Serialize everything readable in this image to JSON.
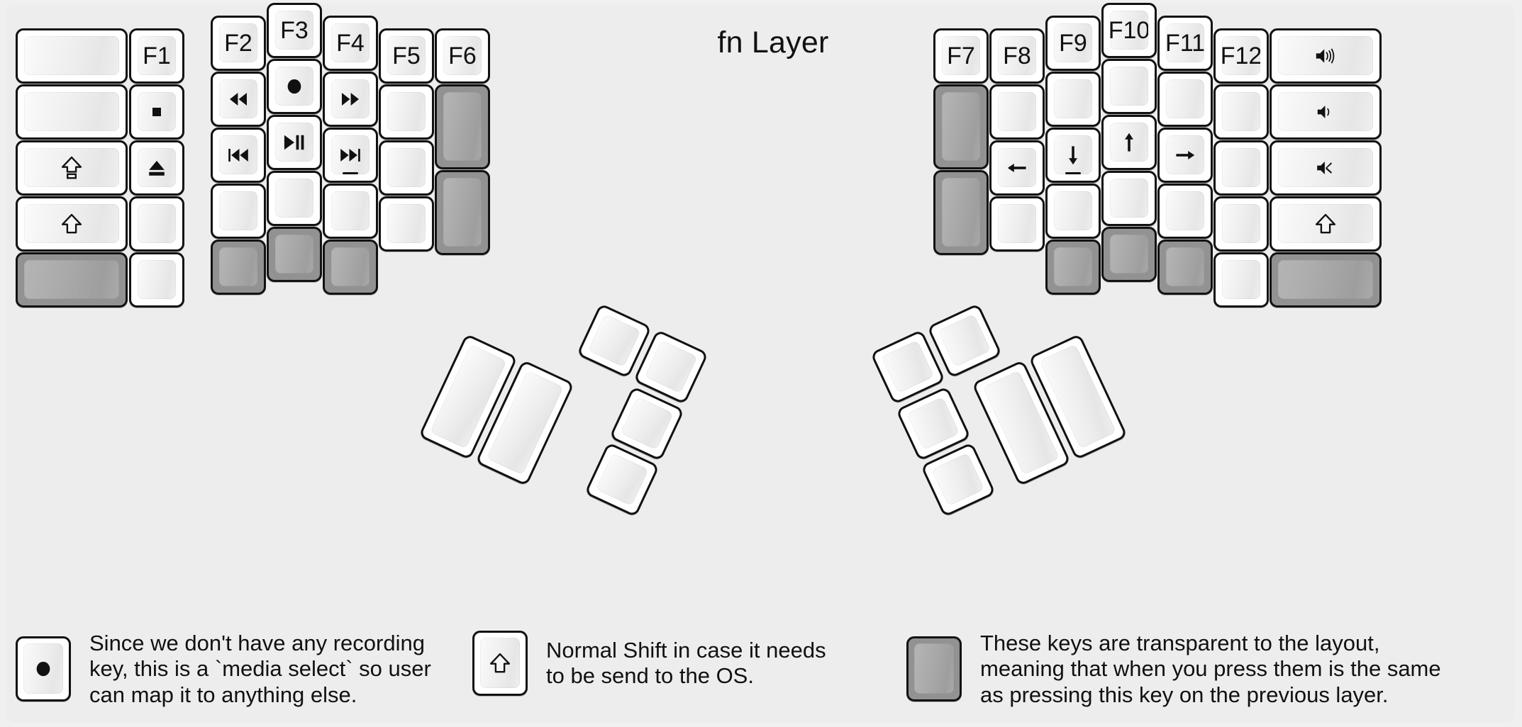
{
  "title": "fn Layer",
  "colors": {
    "background": "#f0f0f0",
    "panel": "#ededed",
    "key_face": "#ffffff",
    "key_border": "#111111",
    "transparent_key": "#929292",
    "text": "#111111"
  },
  "keyboard": {
    "left_half": {
      "columns": [
        {
          "name": "col-pinky-outer",
          "keys": [
            {
              "label": "",
              "icon": "",
              "state": "normal"
            },
            {
              "label": "",
              "icon": "",
              "state": "normal"
            },
            {
              "label": "",
              "icon": "caps-lock",
              "state": "normal"
            },
            {
              "label": "",
              "icon": "shift",
              "state": "normal"
            },
            {
              "label": "",
              "icon": "",
              "state": "transparent"
            }
          ]
        },
        {
          "name": "col-pinky",
          "keys": [
            {
              "label": "F1",
              "icon": "",
              "state": "normal"
            },
            {
              "label": "",
              "icon": "stop",
              "state": "normal"
            },
            {
              "label": "",
              "icon": "eject",
              "state": "normal"
            },
            {
              "label": "",
              "icon": "",
              "state": "normal"
            },
            {
              "label": "",
              "icon": "",
              "state": "normal"
            }
          ]
        },
        {
          "name": "col-ring",
          "keys": [
            {
              "label": "F2",
              "icon": "",
              "state": "normal"
            },
            {
              "label": "",
              "icon": "rewind",
              "state": "normal"
            },
            {
              "label": "",
              "icon": "prev-track",
              "state": "normal"
            },
            {
              "label": "",
              "icon": "",
              "state": "normal"
            },
            {
              "label": "",
              "icon": "",
              "state": "transparent"
            }
          ]
        },
        {
          "name": "col-middle",
          "keys": [
            {
              "label": "F3",
              "icon": "",
              "state": "normal"
            },
            {
              "label": "",
              "icon": "record",
              "state": "normal"
            },
            {
              "label": "",
              "icon": "play-pause",
              "state": "normal"
            },
            {
              "label": "",
              "icon": "",
              "state": "normal"
            },
            {
              "label": "",
              "icon": "",
              "state": "transparent"
            }
          ]
        },
        {
          "name": "col-index",
          "keys": [
            {
              "label": "F4",
              "icon": "",
              "state": "normal"
            },
            {
              "label": "",
              "icon": "fast-forward",
              "state": "normal"
            },
            {
              "label": "",
              "icon": "next-track",
              "state": "normal",
              "homing": true
            },
            {
              "label": "",
              "icon": "",
              "state": "normal"
            },
            {
              "label": "",
              "icon": "",
              "state": "transparent"
            }
          ]
        },
        {
          "name": "col-inner-1",
          "keys": [
            {
              "label": "F5",
              "icon": "",
              "state": "normal"
            },
            {
              "label": "",
              "icon": "",
              "state": "normal"
            },
            {
              "label": "",
              "icon": "",
              "state": "normal"
            },
            {
              "label": "",
              "icon": "",
              "state": "normal"
            }
          ]
        },
        {
          "name": "col-inner-2",
          "keys": [
            {
              "label": "F6",
              "icon": "",
              "state": "normal"
            },
            {
              "label": "",
              "icon": "",
              "state": "transparent",
              "tall": true
            },
            {
              "label": "",
              "icon": "",
              "state": "transparent",
              "tall": true
            }
          ]
        }
      ],
      "thumb_cluster": [
        {
          "name": "thumb-big-1",
          "icon": "",
          "state": "normal",
          "size": "2u"
        },
        {
          "name": "thumb-big-2",
          "icon": "",
          "state": "normal",
          "size": "2u"
        },
        {
          "name": "thumb-small-1",
          "icon": "",
          "state": "normal",
          "size": "1u"
        },
        {
          "name": "thumb-small-2",
          "icon": "",
          "state": "normal",
          "size": "1u"
        },
        {
          "name": "thumb-small-3",
          "icon": "",
          "state": "normal",
          "size": "1u"
        },
        {
          "name": "thumb-small-4",
          "icon": "",
          "state": "normal",
          "size": "1u"
        }
      ]
    },
    "right_half": {
      "columns": [
        {
          "name": "col-inner-2",
          "keys": [
            {
              "label": "F7",
              "icon": "",
              "state": "normal"
            },
            {
              "label": "",
              "icon": "",
              "state": "transparent",
              "tall": true
            },
            {
              "label": "",
              "icon": "",
              "state": "transparent",
              "tall": true
            }
          ]
        },
        {
          "name": "col-inner-1",
          "keys": [
            {
              "label": "F8",
              "icon": "",
              "state": "normal"
            },
            {
              "label": "",
              "icon": "",
              "state": "normal"
            },
            {
              "label": "",
              "icon": "arrow-left",
              "state": "normal"
            },
            {
              "label": "",
              "icon": "",
              "state": "normal"
            }
          ]
        },
        {
          "name": "col-index",
          "keys": [
            {
              "label": "F9",
              "icon": "",
              "state": "normal"
            },
            {
              "label": "",
              "icon": "",
              "state": "normal"
            },
            {
              "label": "",
              "icon": "arrow-down",
              "state": "normal",
              "homing": true
            },
            {
              "label": "",
              "icon": "",
              "state": "normal"
            },
            {
              "label": "",
              "icon": "",
              "state": "transparent"
            }
          ]
        },
        {
          "name": "col-middle",
          "keys": [
            {
              "label": "F10",
              "icon": "",
              "state": "normal"
            },
            {
              "label": "",
              "icon": "",
              "state": "normal"
            },
            {
              "label": "",
              "icon": "arrow-up",
              "state": "normal"
            },
            {
              "label": "",
              "icon": "",
              "state": "normal"
            },
            {
              "label": "",
              "icon": "",
              "state": "transparent"
            }
          ]
        },
        {
          "name": "col-ring",
          "keys": [
            {
              "label": "F11",
              "icon": "",
              "state": "normal"
            },
            {
              "label": "",
              "icon": "",
              "state": "normal"
            },
            {
              "label": "",
              "icon": "arrow-right",
              "state": "normal"
            },
            {
              "label": "",
              "icon": "",
              "state": "normal"
            },
            {
              "label": "",
              "icon": "",
              "state": "transparent"
            }
          ]
        },
        {
          "name": "col-pinky",
          "keys": [
            {
              "label": "F12",
              "icon": "",
              "state": "normal"
            },
            {
              "label": "",
              "icon": "",
              "state": "normal"
            },
            {
              "label": "",
              "icon": "",
              "state": "normal"
            },
            {
              "label": "",
              "icon": "",
              "state": "normal"
            },
            {
              "label": "",
              "icon": "",
              "state": "normal"
            }
          ]
        },
        {
          "name": "col-pinky-outer",
          "keys": [
            {
              "label": "",
              "icon": "volume-up",
              "state": "normal"
            },
            {
              "label": "",
              "icon": "volume-down",
              "state": "normal"
            },
            {
              "label": "",
              "icon": "volume-mute",
              "state": "normal"
            },
            {
              "label": "",
              "icon": "shift",
              "state": "normal"
            },
            {
              "label": "",
              "icon": "",
              "state": "transparent"
            }
          ]
        }
      ],
      "thumb_cluster": [
        {
          "name": "thumb-small-1",
          "icon": "",
          "state": "normal",
          "size": "1u"
        },
        {
          "name": "thumb-small-2",
          "icon": "",
          "state": "normal",
          "size": "1u"
        },
        {
          "name": "thumb-small-3",
          "icon": "",
          "state": "normal",
          "size": "1u"
        },
        {
          "name": "thumb-small-4",
          "icon": "",
          "state": "normal",
          "size": "1u"
        },
        {
          "name": "thumb-big-1",
          "icon": "",
          "state": "normal",
          "size": "2u"
        },
        {
          "name": "thumb-big-2",
          "icon": "",
          "state": "normal",
          "size": "2u"
        }
      ]
    }
  },
  "legend": [
    {
      "key_icon": "record",
      "key_state": "normal",
      "text": "Since we don't have any recording\nkey, this is a `media select` so user\ncan map it to anything else."
    },
    {
      "key_icon": "shift",
      "key_state": "normal",
      "text": "Normal Shift in case it needs\nto be send to the OS."
    },
    {
      "key_icon": "",
      "key_state": "transparent",
      "text": "These keys are transparent to the layout,\nmeaning that when you press them is the same\nas pressing this key on the previous layer."
    }
  ]
}
